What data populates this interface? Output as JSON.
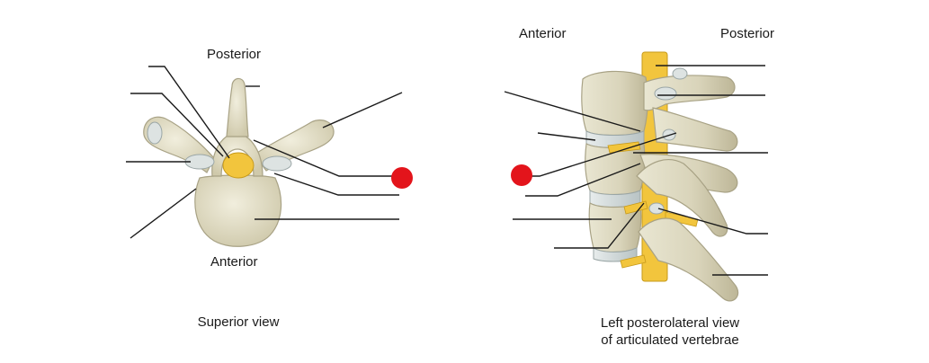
{
  "superior": {
    "posterior_label": "Posterior",
    "anterior_label": "Anterior",
    "caption": "Superior view"
  },
  "lateral": {
    "anterior_label": "Anterior",
    "posterior_label": "Posterior",
    "caption_line1": "Left posterolateral view",
    "caption_line2": "of articulated vertebrae"
  },
  "colors": {
    "bone": "#e4e0ca",
    "bone_shade": "#c9c3a6",
    "bone_outline": "#a8a285",
    "cartilage": "#dde3e2",
    "nerve": "#f2c53d",
    "leader": "#1a1a1a",
    "marker": "#e3141b"
  }
}
